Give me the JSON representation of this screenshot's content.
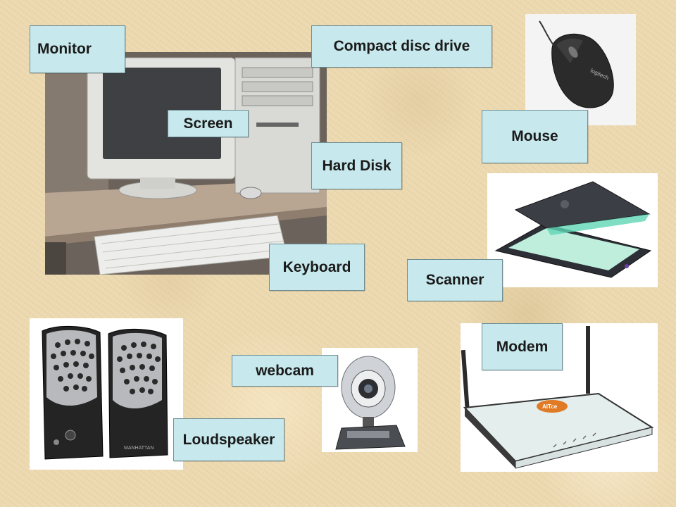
{
  "labels": {
    "monitor": "Monitor",
    "compact_disc_drive": "Compact disc drive",
    "screen": "Screen",
    "hard_disk": "Hard Disk",
    "mouse": "Mouse",
    "keyboard": "Keyboard",
    "scanner": "Scanner",
    "modem": "Modem",
    "webcam": "webcam",
    "loudspeaker": "Loudspeaker"
  },
  "logos": {
    "mouse_brand": "logitech",
    "speaker_brand": "MANHATTAN",
    "modem_brand": "AITce"
  },
  "colors": {
    "label_fill": "#c7e8ec",
    "label_border": "#6f8f94",
    "background": "#ecd9b0"
  }
}
